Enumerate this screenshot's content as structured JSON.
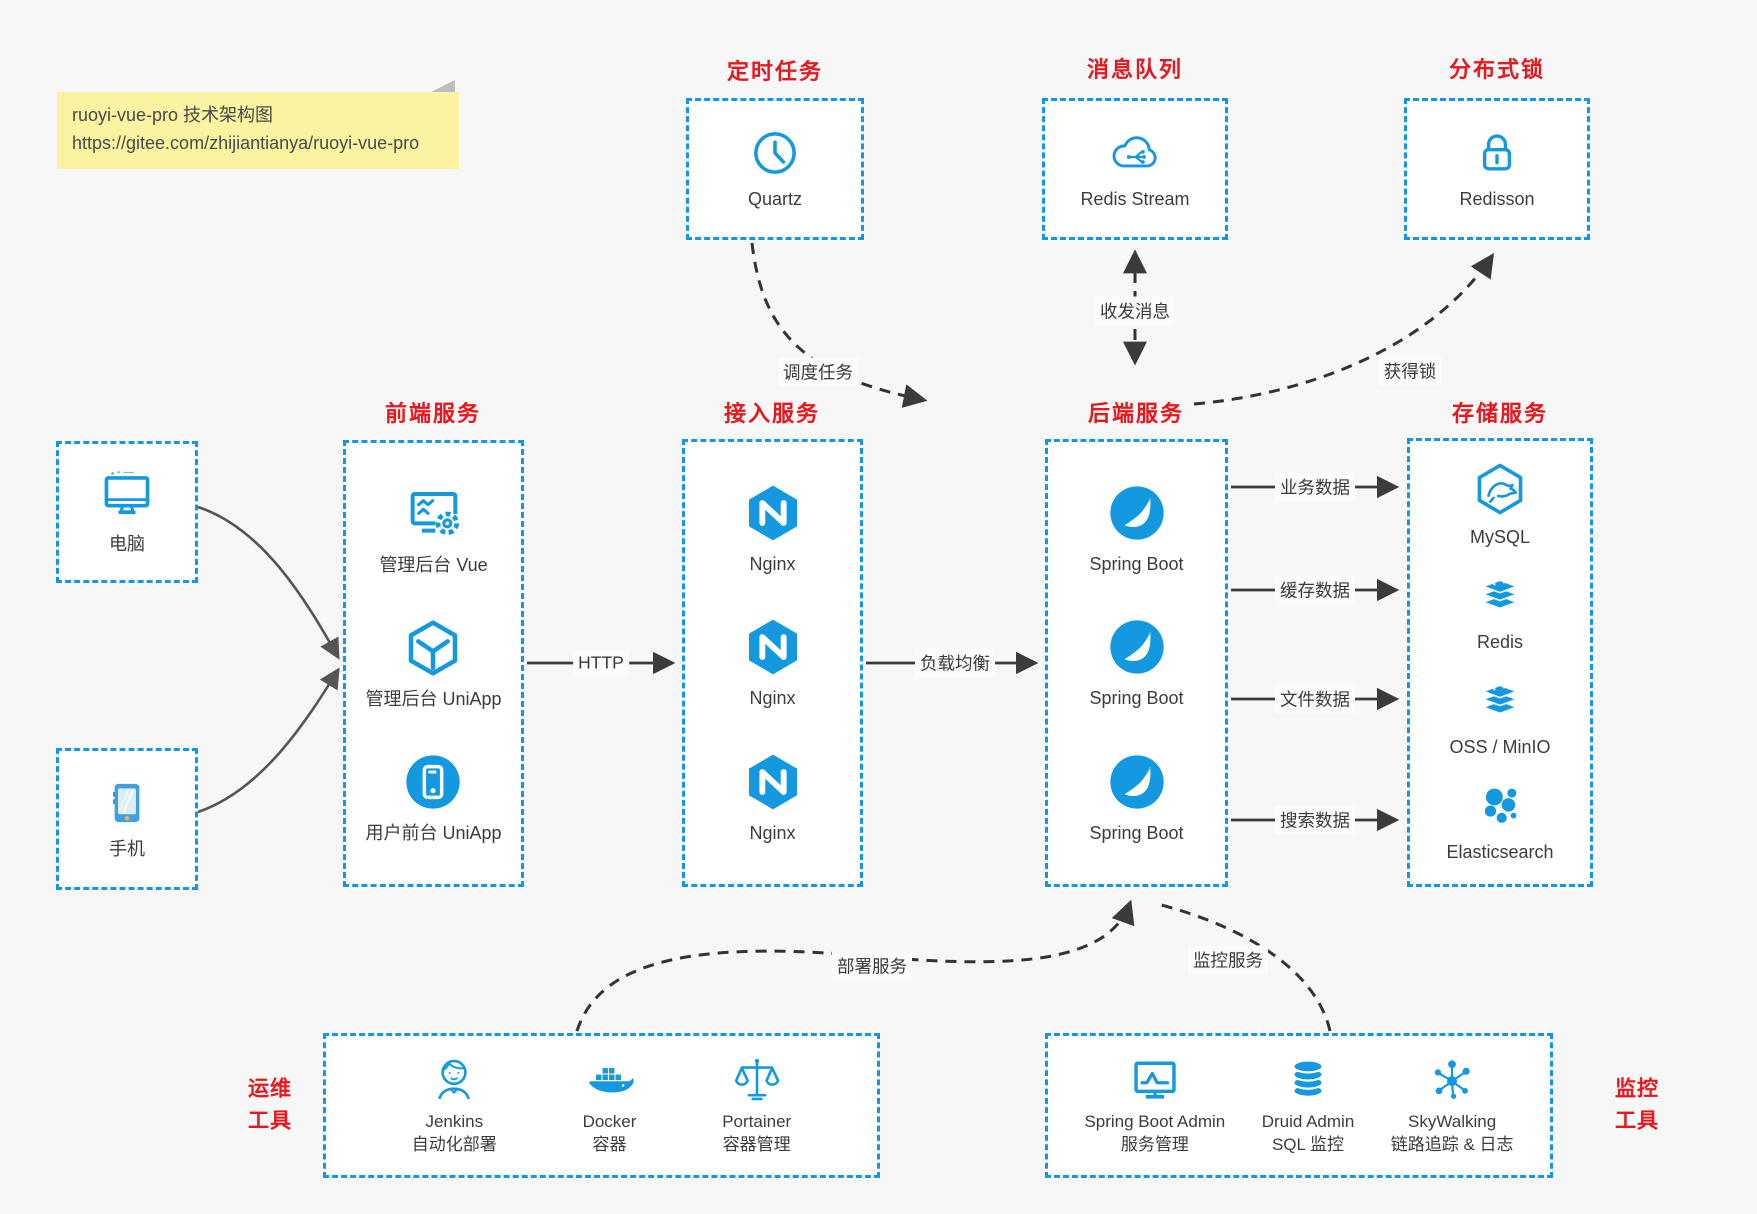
{
  "note": {
    "title": "ruoyi-vue-pro 技术架构图",
    "url": "https://gitee.com/zhijiantianya/ruoyi-vue-pro"
  },
  "groups": {
    "scheduler": {
      "title": "定时任务",
      "item": {
        "label": "Quartz",
        "icon": "clock-icon"
      }
    },
    "mq": {
      "title": "消息队列",
      "item": {
        "label": "Redis Stream",
        "icon": "cloud-queue-icon"
      }
    },
    "lock": {
      "title": "分布式锁",
      "item": {
        "label": "Redisson",
        "icon": "lock-icon"
      }
    },
    "clients": {
      "pc": {
        "label": "电脑",
        "icon": "desktop-icon"
      },
      "mobile": {
        "label": "手机",
        "icon": "mobile-phone-icon"
      }
    },
    "frontend": {
      "title": "前端服务",
      "items": [
        {
          "label": "管理后台 Vue",
          "icon": "admin-vue-icon"
        },
        {
          "label": "管理后台 UniApp",
          "icon": "uniapp-cube-icon"
        },
        {
          "label": "用户前台 UniApp",
          "icon": "user-app-icon"
        }
      ]
    },
    "gateway": {
      "title": "接入服务",
      "items": [
        {
          "label": "Nginx",
          "icon": "nginx-icon"
        },
        {
          "label": "Nginx",
          "icon": "nginx-icon"
        },
        {
          "label": "Nginx",
          "icon": "nginx-icon"
        }
      ]
    },
    "backend": {
      "title": "后端服务",
      "items": [
        {
          "label": "Spring Boot",
          "icon": "spring-icon"
        },
        {
          "label": "Spring Boot",
          "icon": "spring-icon"
        },
        {
          "label": "Spring Boot",
          "icon": "spring-icon"
        }
      ]
    },
    "storage": {
      "title": "存储服务",
      "items": [
        {
          "label": "MySQL",
          "icon": "mysql-icon"
        },
        {
          "label": "Redis",
          "icon": "layer-stack-icon"
        },
        {
          "label": "OSS / MinIO",
          "icon": "layer-stack-icon"
        },
        {
          "label": "Elasticsearch",
          "icon": "elasticsearch-icon"
        }
      ]
    },
    "ops": {
      "side_label_line1": "运维",
      "side_label_line2": "工具",
      "items": [
        {
          "name": "Jenkins",
          "desc": "自动化部署",
          "icon": "jenkins-icon"
        },
        {
          "name": "Docker",
          "desc": "容器",
          "icon": "docker-whale-icon"
        },
        {
          "name": "Portainer",
          "desc": "容器管理",
          "icon": "scales-icon"
        }
      ]
    },
    "monitoring": {
      "side_label_line1": "监控",
      "side_label_line2": "工具",
      "items": [
        {
          "name": "Spring Boot Admin",
          "desc": "服务管理",
          "icon": "monitor-chart-icon"
        },
        {
          "name": "Druid Admin",
          "desc": "SQL 监控",
          "icon": "database-icon"
        },
        {
          "name": "SkyWalking",
          "desc": "链路追踪 & 日志",
          "icon": "topology-icon"
        }
      ]
    }
  },
  "edges": {
    "http": "HTTP",
    "load_balance": "负载均衡",
    "schedule": "调度任务",
    "message": "收发消息",
    "get_lock": "获得锁",
    "business_data": "业务数据",
    "cache_data": "缓存数据",
    "file_data": "文件数据",
    "search_data": "搜索数据",
    "deploy": "部署服务",
    "monitor": "监控服务"
  },
  "colors": {
    "accent_blue": "#1297e8",
    "icon_blue": "#1499e0",
    "title_red": "#e8161d",
    "note_bg": "#faf3a2",
    "arrow_dark": "#3b3b3b",
    "background": "#f7f7f8"
  }
}
